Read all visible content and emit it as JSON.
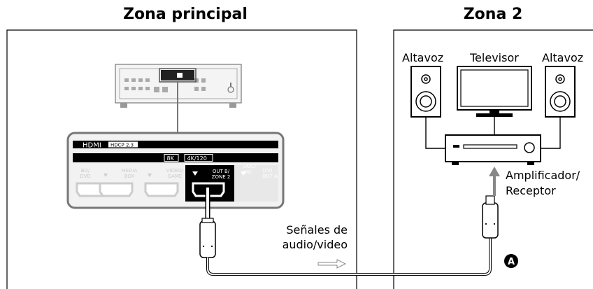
{
  "zones": {
    "main": "Zona principal",
    "zone2": "Zona 2"
  },
  "labels": {
    "speaker_left": "Altavoz",
    "tv": "Televisor",
    "speaker_right": "Altavoz",
    "amplifier": "Amplificador/\nReceptor",
    "signals": "Señales de\naudio/video",
    "marker": "A"
  },
  "panel": {
    "hdmi": "HDMI",
    "hdcp": "HDCP 2.3",
    "res_8k": "8K",
    "res_4k": "4K/120",
    "port_bd": "BD/\nDVD",
    "port_media": "MEDIA\nBOX",
    "port_game": "VIDEO/\nGAME",
    "port_out_b": "OUT B/\nZONE 2",
    "port_earc": "eARC/\nARC",
    "port_tv": "(TV)\nOUT A"
  }
}
